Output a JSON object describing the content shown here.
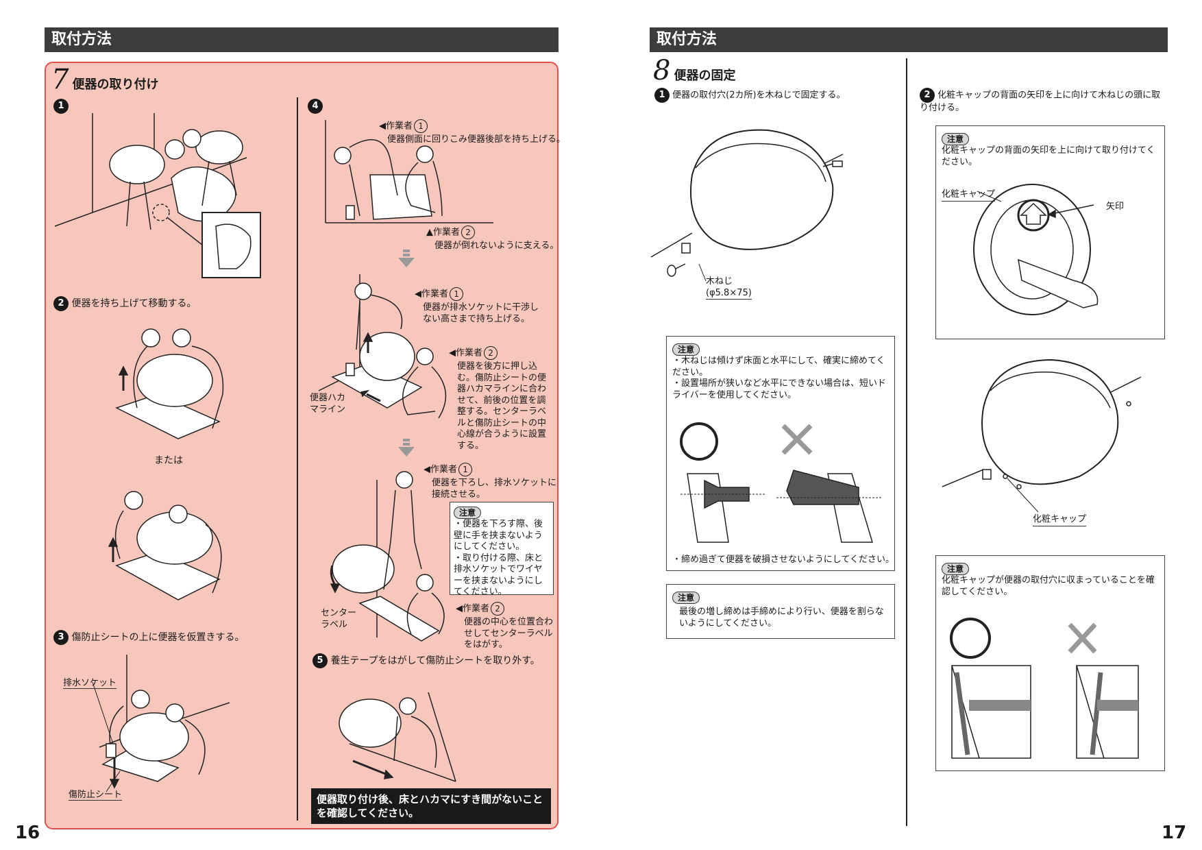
{
  "left_page": {
    "header": "取付方法",
    "step_number": "7",
    "step_title": "便器の取り付け",
    "sub1_num": "1",
    "sub2_num": "2",
    "sub2_text": "便器を持ち上げて移動する。",
    "or_text": "または",
    "sub3_num": "3",
    "sub3_text": "傷防止シートの上に便器を仮置きする。",
    "label_drain_socket": "排水ソケット",
    "label_protect_sheet": "傷防止シート",
    "sub4_num": "4",
    "worker_label": "作業者",
    "w1": "1",
    "w2": "2",
    "s4a_w1_text": "便器側面に回りこみ便器後部を持ち上げる。",
    "s4a_w2_text": "便器が倒れないように支える。",
    "s4b_w1_text": "便器が排水ソケットに干渉しない高さまで持ち上げる。",
    "s4b_w2_text": "便器を後方に押し込む。傷防止シートの便器ハカマラインに合わせて、前後の位置を調整する。センターラベルと傷防止シートの中心線が合うように設置する。",
    "label_hakama_line": "便器ハカマライン",
    "s4c_w1_text": "便器を下ろし、排水ソケットに接続させる。",
    "caution_label": "注意",
    "s4c_caution_1": "・便器を下ろす際、後壁に手を挟まないようにしてください。",
    "s4c_caution_2": "・取り付ける際、床と排水ソケットでワイヤーを挟まないようにしてください。",
    "label_center_label": "センターラベル",
    "s4c_w2_text": "便器の中心を位置合わせしてセンターラベルをはがす。",
    "sub5_num": "5",
    "sub5_text": "養生テープをはがして傷防止シートを取り外す。",
    "banner_text": "便器取り付け後、床とハカマにすき間がないことを確認してください。",
    "page_number": "16"
  },
  "right_page": {
    "header": "取付方法",
    "step_number": "8",
    "step_title": "便器の固定",
    "sub1_num": "1",
    "sub1_text": "便器の取付穴(2カ所)を木ねじで固定する。",
    "label_screw": "木ねじ",
    "label_screw_size": "(φ5.8×75)",
    "caution_label": "注意",
    "caution1_items": [
      "・木ねじは傾けず床面と水平にして、確実に締めてください。",
      "・設置場所が狭いなど水平にできない場合は、短いドライバーを使用してください。"
    ],
    "caution1_footer": "・締め過ぎて便器を破損させないようにしてください。",
    "caution2_text": "最後の増し締めは手締めにより行い、便器を割らないようにしてください。",
    "sub2_num": "2",
    "sub2_text": "化粧キャップの背面の矢印を上に向けて木ねじの頭に取り付ける。",
    "caution3_text": "化粧キャップの背面の矢印を上に向けて取り付けてください。",
    "label_cap": "化粧キャップ",
    "label_arrow": "矢印",
    "label_cap2": "化粧キャップ",
    "caution4_text": "化粧キャップが便器の取付穴に収まっていることを確認してください。",
    "page_number": "17"
  },
  "colors": {
    "pink_bg": "#f7c7bc",
    "pink_border": "#e0504f",
    "header_bg": "#3c3c3c",
    "gray_x": "#999999"
  }
}
